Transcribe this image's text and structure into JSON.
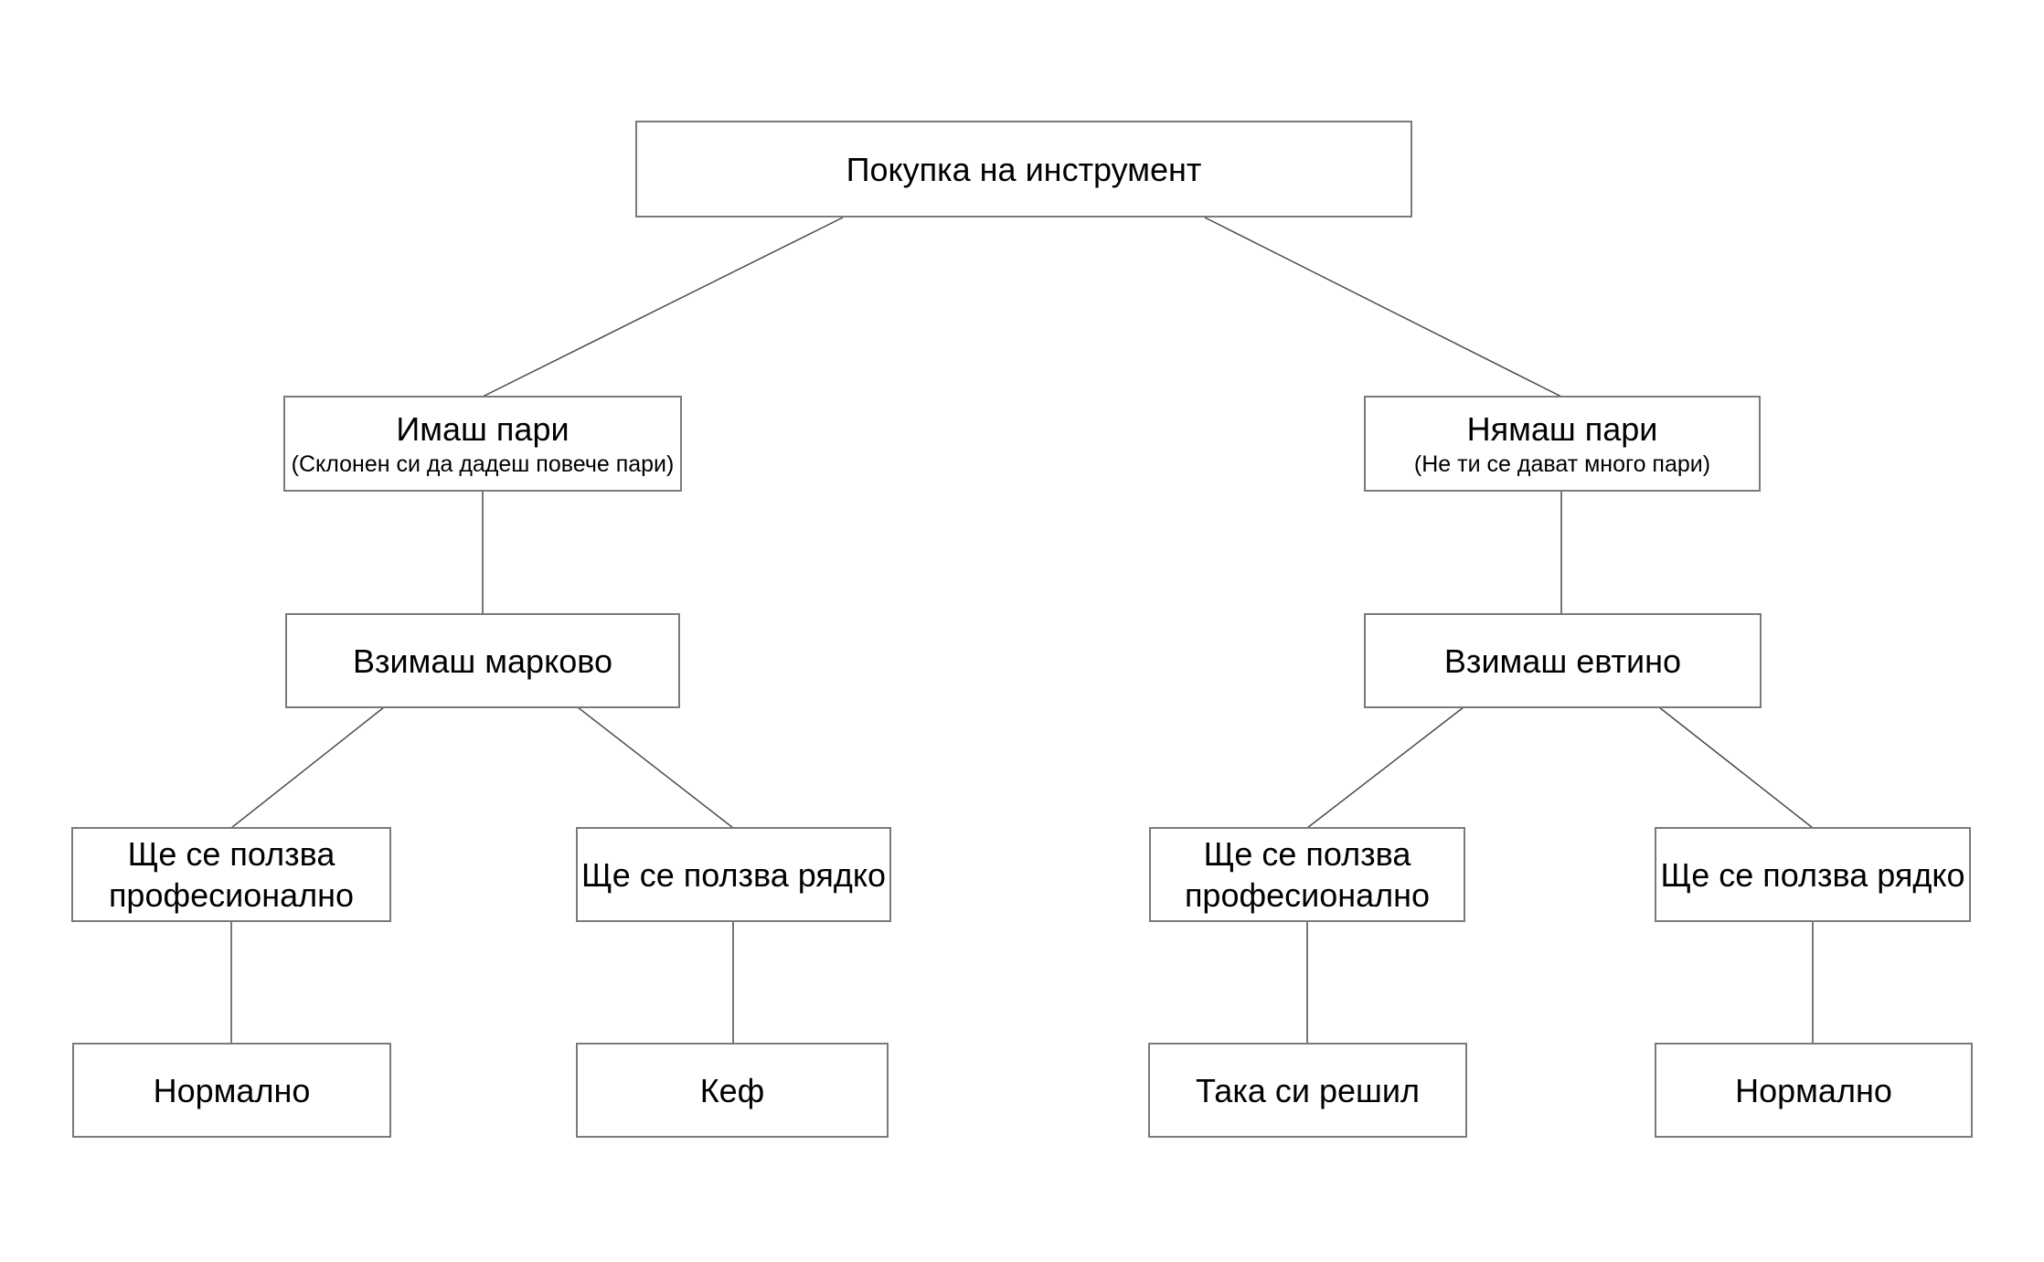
{
  "colors": {
    "background": "#ffffff",
    "box_border": "#7a7a7a",
    "connector": "#4a4a4a",
    "text": "#000000"
  },
  "nodes": {
    "root": {
      "label": "Покупка на инструмент"
    },
    "have_money": {
      "label": "Имаш пари",
      "note": "(Склонен си да дадеш повече пари)"
    },
    "no_money": {
      "label": "Нямаш пари",
      "note": "(Не ти се дават много пари)"
    },
    "take_branded": {
      "label": "Взимаш марково"
    },
    "take_cheap": {
      "label": "Взимаш евтино"
    },
    "branded_professional": {
      "label": "Ще се ползва професионално"
    },
    "branded_rare": {
      "label": "Ще се ползва рядко"
    },
    "cheap_professional": {
      "label": "Ще се ползва професионално"
    },
    "cheap_rare": {
      "label": "Ще се ползва рядко"
    },
    "branded_professional_outcome": {
      "label": "Нормално"
    },
    "branded_rare_outcome": {
      "label": "Кеф"
    },
    "cheap_professional_outcome": {
      "label": "Така си решил"
    },
    "cheap_rare_outcome": {
      "label": "Нормално"
    }
  }
}
